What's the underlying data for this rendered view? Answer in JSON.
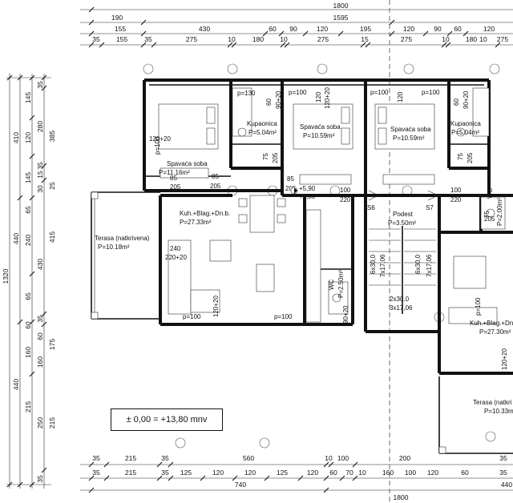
{
  "level": "± 0,00 = +13,80 mnv",
  "dims_top": {
    "row1": [
      "1800"
    ],
    "row2": [
      "190",
      "430",
      "1595"
    ],
    "row3": [
      "155",
      "60",
      "90",
      "120",
      "195",
      "120",
      "90",
      "60",
      "120"
    ],
    "row4": [
      "35",
      "155",
      "35",
      "275",
      "10",
      "180",
      "10",
      "275",
      "15",
      "275",
      "10",
      "180",
      "10",
      "275"
    ]
  },
  "dims_left": {
    "outer": [
      "1320"
    ],
    "col1": [
      "410",
      "440",
      "440"
    ],
    "col2": [
      "145",
      "120",
      "145",
      "65",
      "240",
      "65",
      "60",
      "160",
      "215"
    ],
    "col3": [
      "35",
      "280",
      "35",
      "15",
      "30",
      "430",
      "35",
      "60",
      "160",
      "250",
      "35"
    ],
    "col4": [
      "385",
      "25",
      "415",
      "175",
      "215"
    ]
  },
  "dims_bottom": {
    "row1": [
      "35",
      "215",
      "35",
      "560",
      "10",
      "100",
      "200",
      "35"
    ],
    "row2": [
      "35",
      "215",
      "35",
      "125",
      "120",
      "120",
      "125",
      "120",
      "60",
      "70",
      "10",
      "160",
      "100",
      "120",
      "60",
      "35"
    ],
    "row3": [
      "740",
      "1800",
      "440"
    ]
  },
  "rooms": [
    {
      "name": "Kupaonica",
      "area": "P=5.04m²"
    },
    {
      "name": "Spavaća soba",
      "area": "P=10.59m²"
    },
    {
      "name": "Spavaća soba",
      "area": "P=10.59m²"
    },
    {
      "name": "Kupaonica",
      "area": "P=5.04m²"
    },
    {
      "name": "Spavaća soba",
      "area": "P=11.16m²"
    },
    {
      "name": "Kuh.+Blag.+Dn.b.",
      "area": "P=27.33m²"
    },
    {
      "name": "Terasa (natkrivena)",
      "area": "P=10.18m²"
    },
    {
      "name": "WC",
      "area": "P=2.50m²"
    },
    {
      "name": "Podest",
      "area": "P=3.50m²"
    },
    {
      "name": "WC",
      "area": "P=2.00m²"
    },
    {
      "name": "Kuh.+Blag.+Dn.b.",
      "area": "P=27.30m²"
    },
    {
      "name": "Terasa (natkri",
      "area": "P=10.33m"
    }
  ],
  "openings": [
    "p=130",
    "p=100",
    "p=100",
    "p=100",
    "p=100",
    "p=100",
    "p=100",
    "p=100",
    "120+20",
    "120+20",
    "120+20",
    "120+20",
    "90+20",
    "90+20",
    "90+20",
    "60",
    "60",
    "120",
    "120",
    "75",
    "205",
    "75",
    "205",
    "85",
    "205",
    "85",
    "205",
    "100",
    "220",
    "100",
    "220",
    "240",
    "220+20",
    "85",
    "205",
    "75",
    "205"
  ],
  "stairs": {
    "left": "S6",
    "right": "S7",
    "flight_a": "6x30,0",
    "flight_a2": "7x17,06",
    "flight_b": "6x30,0",
    "flight_b2": "7x17,06",
    "landing": "2x30,0",
    "landing2": "3x17,06"
  },
  "elevations": [
    "+5,90",
    "+5,80"
  ]
}
